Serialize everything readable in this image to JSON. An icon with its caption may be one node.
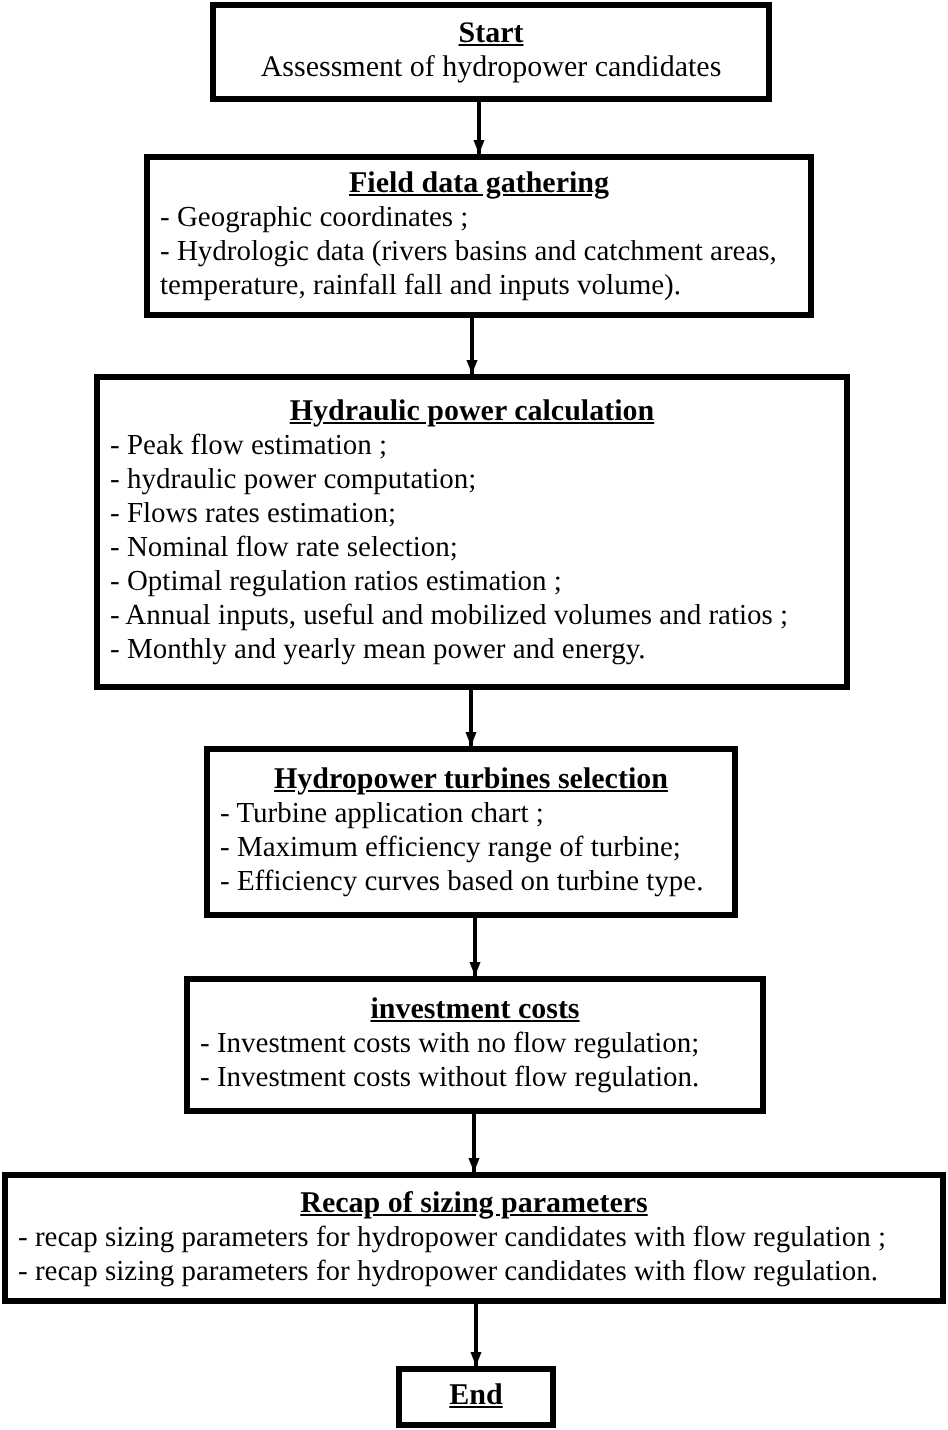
{
  "diagram": {
    "nodes": [
      {
        "text": [
          "Start",
          "Assessment of hydropower candidates"
        ]
      },
      {
        "text": [
          "Field data gathering",
          "- Geographic coordinates ;",
          "- Hydrologic data (rivers basins and catchment areas, temperature, rainfall fall and inputs volume)."
        ]
      },
      {
        "text": [
          "Hydraulic power calculation",
          "- Peak flow estimation ;",
          "- hydraulic power computation;",
          "- Flows rates estimation;",
          "- Nominal flow rate selection;",
          "- Optimal regulation ratios estimation ;",
          "- Annual inputs, useful and mobilized volumes and ratios ;",
          "- Monthly and yearly mean power and energy."
        ]
      },
      {
        "text": [
          "Hydropower turbines selection",
          "- Turbine application chart ;",
          "- Maximum efficiency range of turbine;",
          "- Efficiency curves based on turbine type."
        ]
      },
      {
        "text": [
          "investment costs",
          "- Investment costs with no flow regulation;",
          "- Investment costs without flow regulation."
        ]
      },
      {
        "text": [
          "Recap of sizing parameters",
          "- recap sizing parameters for hydropower candidates with flow regulation ;",
          "- recap sizing parameters for hydropower candidates with flow regulation."
        ]
      },
      {
        "text": [
          "End"
        ]
      }
    ],
    "edges": [
      {
        "from": 0,
        "to": 1,
        "arrow": "to"
      },
      {
        "from": 1,
        "to": 2,
        "arrow": "to"
      },
      {
        "from": 2,
        "to": 3,
        "arrow": "to"
      },
      {
        "from": 3,
        "to": 4,
        "arrow": "to"
      },
      {
        "from": 4,
        "to": 5,
        "arrow": "to"
      },
      {
        "from": 5,
        "to": 6,
        "arrow": "to"
      }
    ]
  }
}
